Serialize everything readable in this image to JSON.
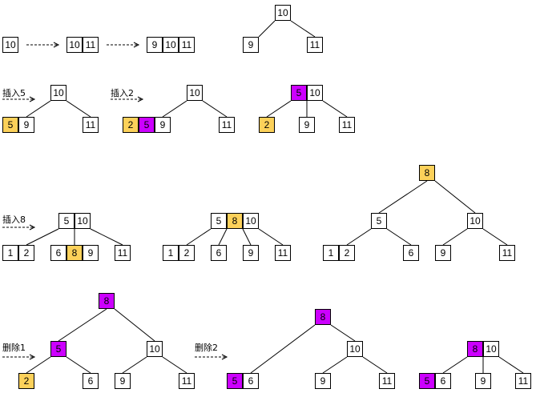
{
  "labels": {
    "ins5": "插入5",
    "ins2": "插入2",
    "ins8": "插入8",
    "del1": "删除1",
    "del2": "删除2"
  },
  "colors": {
    "highlight_yellow": "#fcd15a",
    "highlight_purple": "#cc00ff"
  },
  "row1": {
    "a": [
      "10"
    ],
    "b": [
      "10",
      "11"
    ],
    "c": [
      "9",
      "10",
      "11"
    ],
    "tree": {
      "root": [
        "10"
      ],
      "left": [
        "9"
      ],
      "right": [
        "11"
      ]
    }
  },
  "row2": {
    "t1": {
      "root": [
        "10"
      ],
      "left": [
        "5",
        "9"
      ],
      "right": [
        "11"
      ]
    },
    "t2": {
      "root": [
        "10"
      ],
      "left": [
        "2",
        "5",
        "9"
      ],
      "right": [
        "11"
      ]
    },
    "t3": {
      "root": [
        "5",
        "10"
      ],
      "left": [
        "2"
      ],
      "mid": [
        "9"
      ],
      "right": [
        "11"
      ]
    }
  },
  "row3": {
    "t1": {
      "root": [
        "5",
        "10"
      ],
      "c1": [
        "1",
        "2"
      ],
      "c2": [
        "6",
        "8",
        "9"
      ],
      "c3": [
        "11"
      ]
    },
    "t2": {
      "root": [
        "5",
        "8",
        "10"
      ],
      "c1": [
        "1",
        "2"
      ],
      "c2": [
        "6"
      ],
      "c3": [
        "9"
      ],
      "c4": [
        "11"
      ]
    },
    "t3": {
      "root": [
        "8"
      ],
      "l": [
        "5"
      ],
      "r": [
        "10"
      ],
      "ll": [
        "1",
        "2"
      ],
      "lr": [
        "6"
      ],
      "rl": [
        "9"
      ],
      "rr": [
        "11"
      ]
    }
  },
  "row4": {
    "t1": {
      "root": [
        "8"
      ],
      "l": [
        "5"
      ],
      "r": [
        "10"
      ],
      "ll": [
        "2"
      ],
      "lr": [
        "6"
      ],
      "rl": [
        "9"
      ],
      "rr": [
        "11"
      ]
    },
    "t2": {
      "root": [
        "8"
      ],
      "l": [
        "5",
        "6"
      ],
      "r": [
        "10"
      ],
      "rl": [
        "9"
      ],
      "rr": [
        "11"
      ]
    },
    "t3": {
      "root": [
        "8",
        "10"
      ],
      "l": [
        "5",
        "6"
      ],
      "m": [
        "9"
      ],
      "r": [
        "11"
      ]
    }
  }
}
